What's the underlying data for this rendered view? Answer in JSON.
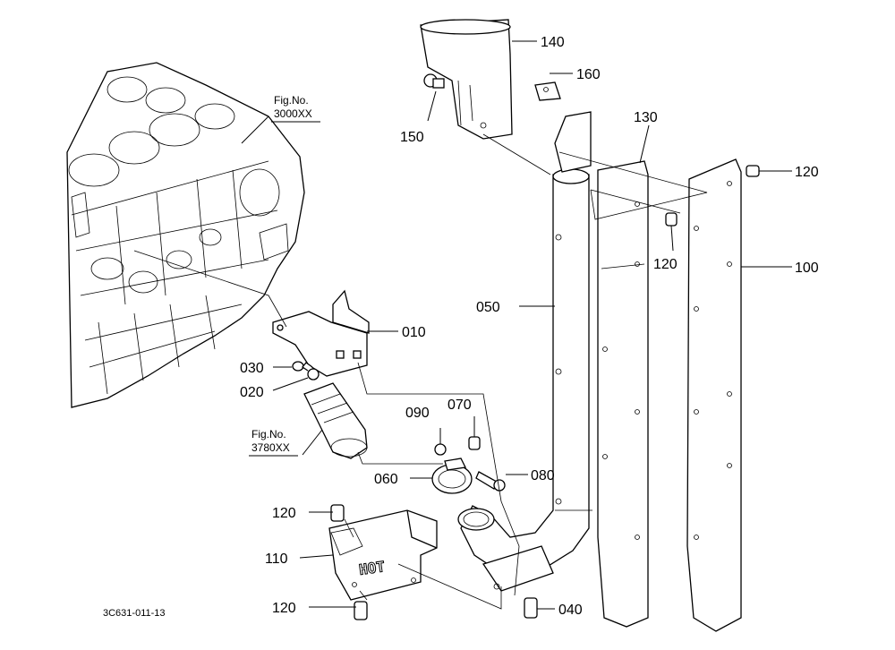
{
  "parts": [
    {
      "id": "p140",
      "label": "140"
    },
    {
      "id": "p160",
      "label": "160"
    },
    {
      "id": "p130",
      "label": "130"
    },
    {
      "id": "p150",
      "label": "150"
    },
    {
      "id": "p120a",
      "label": "120"
    },
    {
      "id": "p120b",
      "label": "120"
    },
    {
      "id": "p100",
      "label": "100"
    },
    {
      "id": "p050",
      "label": "050"
    },
    {
      "id": "p010",
      "label": "010"
    },
    {
      "id": "p030",
      "label": "030"
    },
    {
      "id": "p020",
      "label": "020"
    },
    {
      "id": "p090",
      "label": "090"
    },
    {
      "id": "p070",
      "label": "070"
    },
    {
      "id": "p060",
      "label": "060"
    },
    {
      "id": "p080",
      "label": "080"
    },
    {
      "id": "p120c",
      "label": "120"
    },
    {
      "id": "p110",
      "label": "110"
    },
    {
      "id": "p120d",
      "label": "120"
    },
    {
      "id": "p040",
      "label": "040"
    }
  ],
  "references": [
    {
      "id": "ref1",
      "line1": "Fig.No.",
      "line2": "3000XX"
    },
    {
      "id": "ref2",
      "line1": "Fig.No.",
      "line2": "3780XX"
    }
  ],
  "stamp_text": "HOT",
  "drawing_code": "3C631-011-13"
}
